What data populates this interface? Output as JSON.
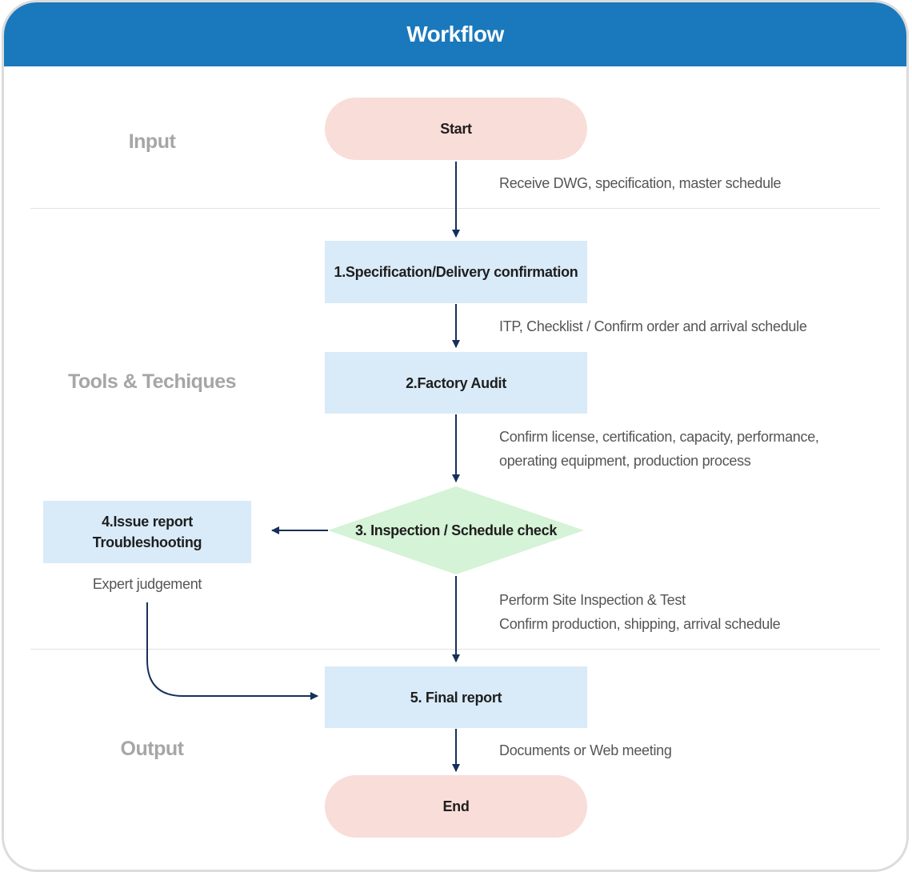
{
  "header": {
    "title": "Workflow"
  },
  "phases": {
    "input": "Input",
    "tools": "Tools & Techiques",
    "output": "Output"
  },
  "nodes": {
    "start": "Start",
    "step1": "1.Specification/Delivery confirmation",
    "step2": "2.Factory Audit",
    "step3": "3. Inspection / Schedule check",
    "step4_line1": "4.Issue report",
    "step4_line2": "Troubleshooting",
    "step5": "5. Final report",
    "end": "End"
  },
  "notes": {
    "after_start": "Receive DWG, specification, master schedule",
    "after_step1": "ITP, Checklist / Confirm order and arrival schedule",
    "after_step2_line1": "Confirm license, certification, capacity, performance,",
    "after_step2_line2": "operating equipment, production process",
    "after_step3_line1": "Perform Site Inspection & Test",
    "after_step3_line2": "Confirm production, shipping, arrival schedule",
    "under_step4": "Expert judgement",
    "after_step5": "Documents or Web meeting"
  },
  "colors": {
    "header": "#1a78bc",
    "terminal": "#f9ddd8",
    "process": "#d9ebf8",
    "decision": "#d5f3d6",
    "arrow": "#16305a",
    "phase_label": "#a6a6a6"
  }
}
